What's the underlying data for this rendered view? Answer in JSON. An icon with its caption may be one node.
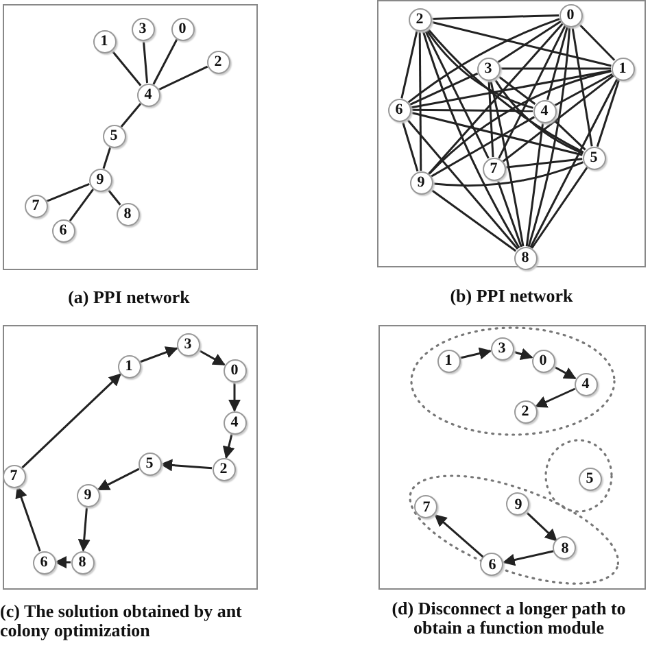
{
  "diagram": {
    "nodes": [
      {
        "text": [
          "(a) PPI network"
        ]
      },
      {
        "text": [
          "1"
        ],
        "in": 0
      },
      {
        "text": [
          "3"
        ],
        "in": 0
      },
      {
        "text": [
          "0"
        ],
        "in": 0
      },
      {
        "text": [
          "2"
        ],
        "in": 0
      },
      {
        "text": [
          "4"
        ],
        "in": 0
      },
      {
        "text": [
          "5"
        ],
        "in": 0
      },
      {
        "text": [
          "9"
        ],
        "in": 0
      },
      {
        "text": [
          "7"
        ],
        "in": 0
      },
      {
        "text": [
          "8"
        ],
        "in": 0
      },
      {
        "text": [
          "6"
        ],
        "in": 0
      },
      {
        "text": [
          "(b) PPI network"
        ]
      },
      {
        "text": [
          "2"
        ],
        "in": 11
      },
      {
        "text": [
          "0"
        ],
        "in": 11
      },
      {
        "text": [
          "3"
        ],
        "in": 11
      },
      {
        "text": [
          "1"
        ],
        "in": 11
      },
      {
        "text": [
          "6"
        ],
        "in": 11
      },
      {
        "text": [
          "4"
        ],
        "in": 11
      },
      {
        "text": [
          "5"
        ],
        "in": 11
      },
      {
        "text": [
          "7"
        ],
        "in": 11
      },
      {
        "text": [
          "9"
        ],
        "in": 11
      },
      {
        "text": [
          "8"
        ],
        "in": 11
      },
      {
        "text": [
          "(c) The solution obtained by ant colony optimization"
        ]
      },
      {
        "text": [
          "1"
        ],
        "in": 22
      },
      {
        "text": [
          "3"
        ],
        "in": 22
      },
      {
        "text": [
          "0"
        ],
        "in": 22
      },
      {
        "text": [
          "4"
        ],
        "in": 22
      },
      {
        "text": [
          "7"
        ],
        "in": 22
      },
      {
        "text": [
          "5"
        ],
        "in": 22
      },
      {
        "text": [
          "2"
        ],
        "in": 22
      },
      {
        "text": [
          "9"
        ],
        "in": 22
      },
      {
        "text": [
          "6"
        ],
        "in": 22
      },
      {
        "text": [
          "8"
        ],
        "in": 22
      },
      {
        "text": [
          "(d) Disconnect a longer path to obtain a function module"
        ]
      },
      {
        "text": [],
        "shape": "ellipse",
        "in": 33
      },
      {
        "text": [
          "1"
        ],
        "in": 34
      },
      {
        "text": [
          "3"
        ],
        "in": 34
      },
      {
        "text": [
          "0"
        ],
        "in": 34
      },
      {
        "text": [
          "4"
        ],
        "in": 34
      },
      {
        "text": [
          "2"
        ],
        "in": 34
      },
      {
        "text": [],
        "shape": "ellipse",
        "in": 33
      },
      {
        "text": [
          "5"
        ],
        "in": 40
      },
      {
        "text": [],
        "shape": "ellipse",
        "in": 33
      },
      {
        "text": [
          "7"
        ],
        "in": 42
      },
      {
        "text": [
          "9"
        ],
        "in": 42
      },
      {
        "text": [
          "6"
        ],
        "in": 42
      },
      {
        "text": [
          "8"
        ],
        "in": 42
      }
    ],
    "edges": [
      {
        "from": 5,
        "to": 1,
        "arrow": "none"
      },
      {
        "from": 5,
        "to": 2,
        "arrow": "none"
      },
      {
        "from": 5,
        "to": 3,
        "arrow": "none"
      },
      {
        "from": 5,
        "to": 4,
        "arrow": "none"
      },
      {
        "from": 5,
        "to": 6,
        "arrow": "none"
      },
      {
        "from": 6,
        "to": 7,
        "arrow": "none"
      },
      {
        "from": 7,
        "to": 8,
        "arrow": "none"
      },
      {
        "from": 7,
        "to": 10,
        "arrow": "none"
      },
      {
        "from": 7,
        "to": 9,
        "arrow": "none"
      },
      {
        "from": 12,
        "to": 13,
        "arrow": "none"
      },
      {
        "from": 12,
        "to": 15,
        "arrow": "none"
      },
      {
        "from": 12,
        "to": 16,
        "arrow": "none"
      },
      {
        "from": 12,
        "to": 20,
        "arrow": "none"
      },
      {
        "from": 12,
        "to": 19,
        "arrow": "none"
      },
      {
        "from": 12,
        "to": 17,
        "arrow": "none"
      },
      {
        "from": 12,
        "to": 18,
        "arrow": "none"
      },
      {
        "from": 12,
        "to": 21,
        "arrow": "none"
      },
      {
        "from": 13,
        "to": 14,
        "arrow": "none"
      },
      {
        "from": 13,
        "to": 15,
        "arrow": "none"
      },
      {
        "from": 13,
        "to": 16,
        "arrow": "none"
      },
      {
        "from": 13,
        "to": 17,
        "arrow": "none"
      },
      {
        "from": 13,
        "to": 19,
        "arrow": "none"
      },
      {
        "from": 13,
        "to": 20,
        "arrow": "none"
      },
      {
        "from": 13,
        "to": 18,
        "arrow": "none"
      },
      {
        "from": 13,
        "to": 21,
        "arrow": "none"
      },
      {
        "from": 14,
        "to": 15,
        "arrow": "none"
      },
      {
        "from": 14,
        "to": 16,
        "arrow": "none"
      },
      {
        "from": 14,
        "to": 17,
        "arrow": "none"
      },
      {
        "from": 14,
        "to": 19,
        "arrow": "none"
      },
      {
        "from": 14,
        "to": 21,
        "arrow": "none"
      },
      {
        "from": 14,
        "to": 18,
        "arrow": "none"
      },
      {
        "from": 15,
        "to": 16,
        "arrow": "none"
      },
      {
        "from": 15,
        "to": 17,
        "arrow": "none"
      },
      {
        "from": 15,
        "to": 20,
        "arrow": "none"
      },
      {
        "from": 15,
        "to": 19,
        "arrow": "none"
      },
      {
        "from": 15,
        "to": 18,
        "arrow": "none"
      },
      {
        "from": 15,
        "to": 21,
        "arrow": "none"
      },
      {
        "from": 16,
        "to": 17,
        "arrow": "none"
      },
      {
        "from": 16,
        "to": 18,
        "arrow": "none"
      },
      {
        "from": 16,
        "to": 20,
        "arrow": "none"
      },
      {
        "from": 16,
        "to": 21,
        "arrow": "none"
      },
      {
        "from": 17,
        "to": 20,
        "arrow": "none"
      },
      {
        "from": 17,
        "to": 18,
        "arrow": "none"
      },
      {
        "from": 17,
        "to": 21,
        "arrow": "none"
      },
      {
        "from": 19,
        "to": 18,
        "arrow": "none"
      },
      {
        "from": 19,
        "to": 21,
        "arrow": "none"
      },
      {
        "from": 20,
        "to": 18,
        "arrow": "none"
      },
      {
        "from": 20,
        "to": 21,
        "arrow": "none"
      },
      {
        "from": 18,
        "to": 21,
        "arrow": "none"
      },
      {
        "from": 27,
        "to": 23,
        "arrow": "to"
      },
      {
        "from": 23,
        "to": 24,
        "arrow": "to"
      },
      {
        "from": 24,
        "to": 25,
        "arrow": "to"
      },
      {
        "from": 25,
        "to": 26,
        "arrow": "to"
      },
      {
        "from": 26,
        "to": 29,
        "arrow": "to"
      },
      {
        "from": 29,
        "to": 28,
        "arrow": "to"
      },
      {
        "from": 28,
        "to": 30,
        "arrow": "to"
      },
      {
        "from": 30,
        "to": 32,
        "arrow": "to"
      },
      {
        "from": 32,
        "to": 31,
        "arrow": "to"
      },
      {
        "from": 31,
        "to": 27,
        "arrow": "to"
      },
      {
        "from": 35,
        "to": 36,
        "arrow": "to"
      },
      {
        "from": 36,
        "to": 37,
        "arrow": "to"
      },
      {
        "from": 37,
        "to": 38,
        "arrow": "to"
      },
      {
        "from": 38,
        "to": 39,
        "arrow": "to"
      },
      {
        "from": 44,
        "to": 46,
        "arrow": "to"
      },
      {
        "from": 46,
        "to": 45,
        "arrow": "to"
      },
      {
        "from": 45,
        "to": 43,
        "arrow": "to"
      }
    ]
  }
}
